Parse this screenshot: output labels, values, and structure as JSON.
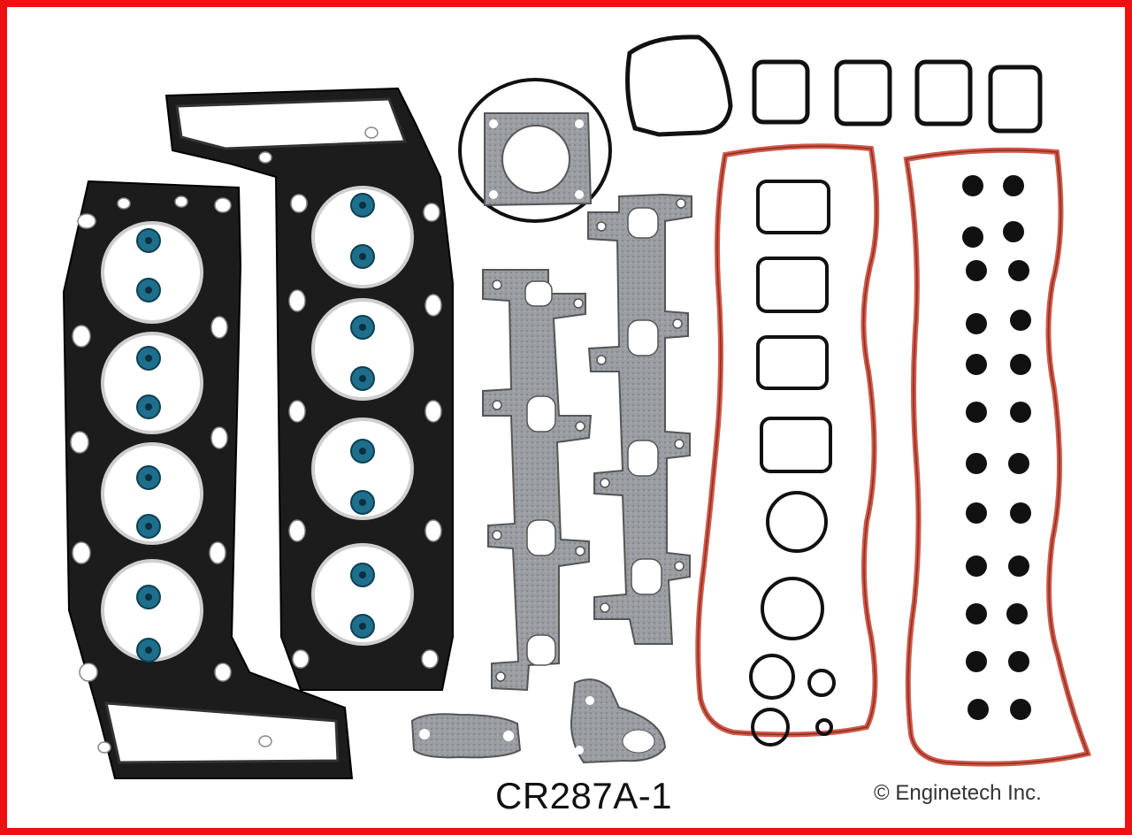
{
  "product": {
    "part_number": "CR287A-1",
    "copyright": "© Enginetech Inc."
  },
  "colors": {
    "frame": "#ee1111",
    "head_gasket": "#1a1a1a",
    "valve_seal": "#1e6f8c",
    "manifold_gasket": "#8e9196",
    "valve_cover_gasket": "#d05a4a",
    "grommet": "#111111"
  },
  "parts": {
    "head_gaskets": 2,
    "valve_stem_seals": 16,
    "exhaust_manifold_gaskets": 2,
    "valve_cover_gaskets": 2,
    "spark_plug_tube_seals": 8,
    "grommets": 24
  }
}
